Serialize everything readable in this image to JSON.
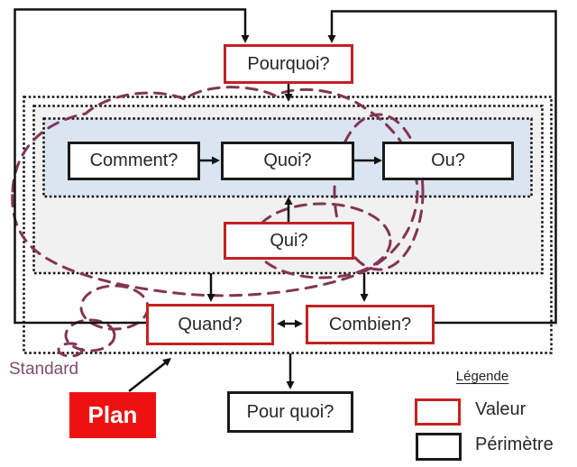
{
  "nodes": {
    "pourquoi": "Pourquoi?",
    "comment": "Comment?",
    "quoi": "Quoi?",
    "ou": "Ou?",
    "qui": "Qui?",
    "quand": "Quand?",
    "combien": "Combien?",
    "pour_quoi": "Pour quoi?"
  },
  "labels": {
    "plan": "Plan",
    "standard": "Standard"
  },
  "legend": {
    "title": "Légende",
    "items": [
      {
        "label": "Valeur",
        "border_color": "#c32222"
      },
      {
        "label": "Périmètre",
        "border_color": "#1a1a1a"
      }
    ]
  },
  "colors": {
    "valeur_border": "#c32222",
    "perimetre_border": "#1a1a1a",
    "plan_fill": "#ee1111",
    "plan_text": "#ffffff",
    "blue_band_fill": "#dbe5f1",
    "gray_area_fill": "#f1f1f1",
    "cloud_dash": "#823553",
    "standard_text": "#7c5068",
    "connector": "#111111"
  }
}
